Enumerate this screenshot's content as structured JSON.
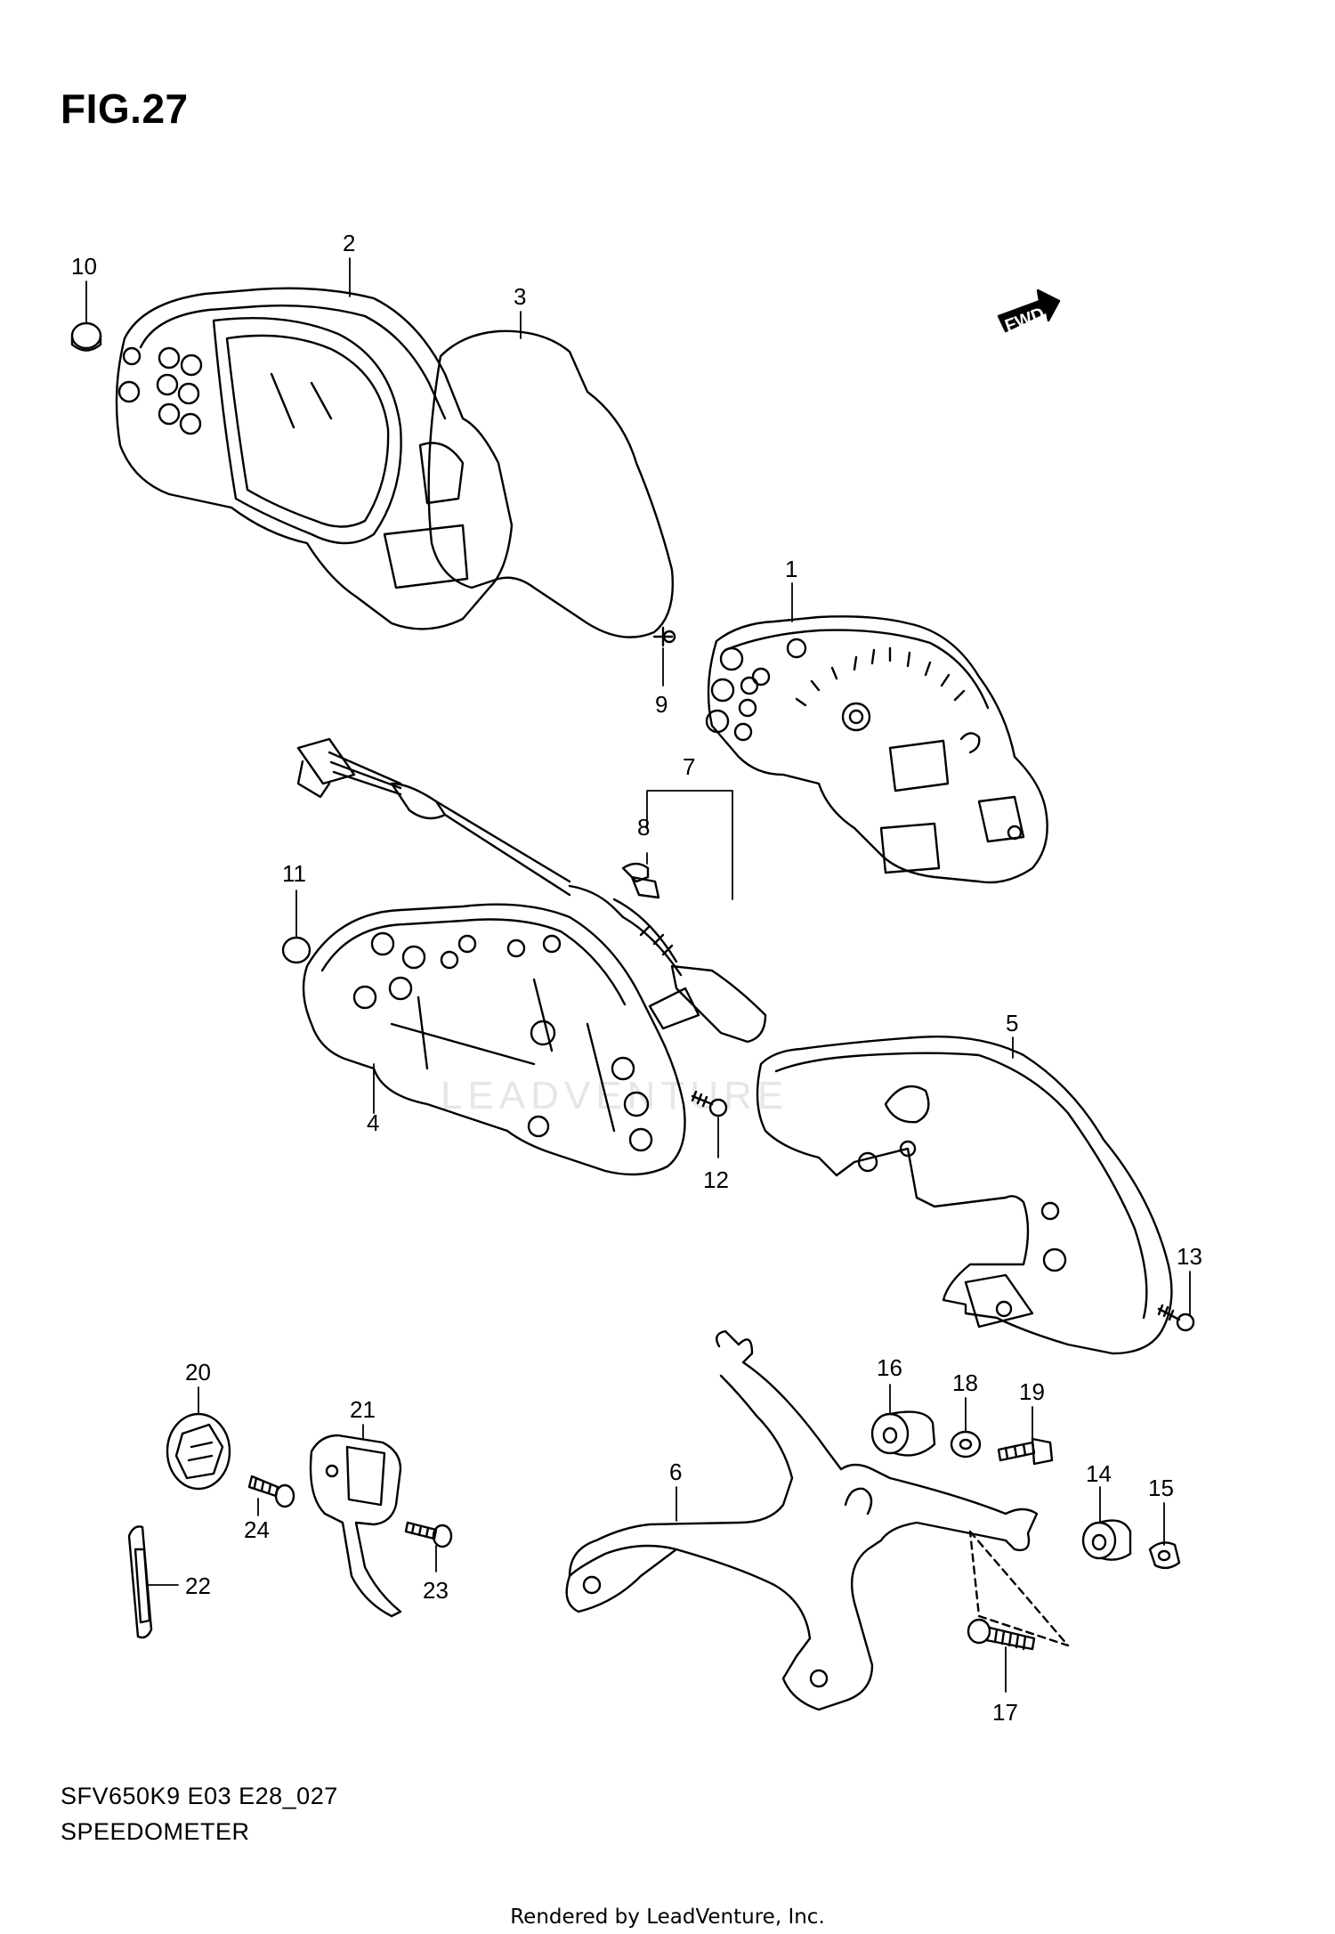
{
  "figure": {
    "title": "FIG.27",
    "code": "SFV650K9 E03 E28_027",
    "name": "SPEEDOMETER",
    "credit": "Rendered by LeadVenture, Inc.",
    "direction_label": "FWD",
    "watermark": "LEADVENTURE"
  },
  "callouts": [
    {
      "ref": "1"
    },
    {
      "ref": "2"
    },
    {
      "ref": "3"
    },
    {
      "ref": "4"
    },
    {
      "ref": "5"
    },
    {
      "ref": "6"
    },
    {
      "ref": "7"
    },
    {
      "ref": "8"
    },
    {
      "ref": "9"
    },
    {
      "ref": "10"
    },
    {
      "ref": "11"
    },
    {
      "ref": "12"
    },
    {
      "ref": "13"
    },
    {
      "ref": "14"
    },
    {
      "ref": "15"
    },
    {
      "ref": "16"
    },
    {
      "ref": "17"
    },
    {
      "ref": "18"
    },
    {
      "ref": "19"
    },
    {
      "ref": "20"
    },
    {
      "ref": "21"
    },
    {
      "ref": "22"
    },
    {
      "ref": "23"
    },
    {
      "ref": "24"
    }
  ],
  "colors": {
    "line": "#000000",
    "background": "#ffffff",
    "watermark": "#e6e6e6"
  }
}
